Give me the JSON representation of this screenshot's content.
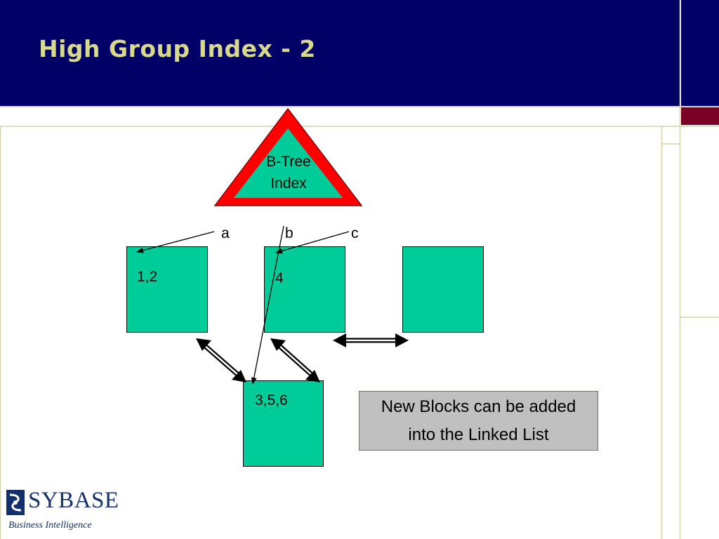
{
  "slide": {
    "title": "High Group Index - 2"
  },
  "diagram": {
    "index": {
      "line1": "B-Tree",
      "line2": "Index"
    },
    "keys": {
      "a": "a",
      "b": "b",
      "c": "c"
    },
    "blocks": {
      "block1": "1,2",
      "block2": "4",
      "block3": "",
      "block4": "3,5,6"
    }
  },
  "note": {
    "line1": "New Blocks can be added",
    "line2": "into the Linked List"
  },
  "logo": {
    "wordmark": "SYBASE",
    "tagline": "Business Intelligence"
  },
  "colors": {
    "header": "#000066",
    "title": "#d9d98c",
    "block_fill": "#00cc99",
    "triangle_border": "#ff0000",
    "note_fill": "#c0c0c0",
    "note_border": "#ff3333",
    "accent": "#7a0026"
  }
}
